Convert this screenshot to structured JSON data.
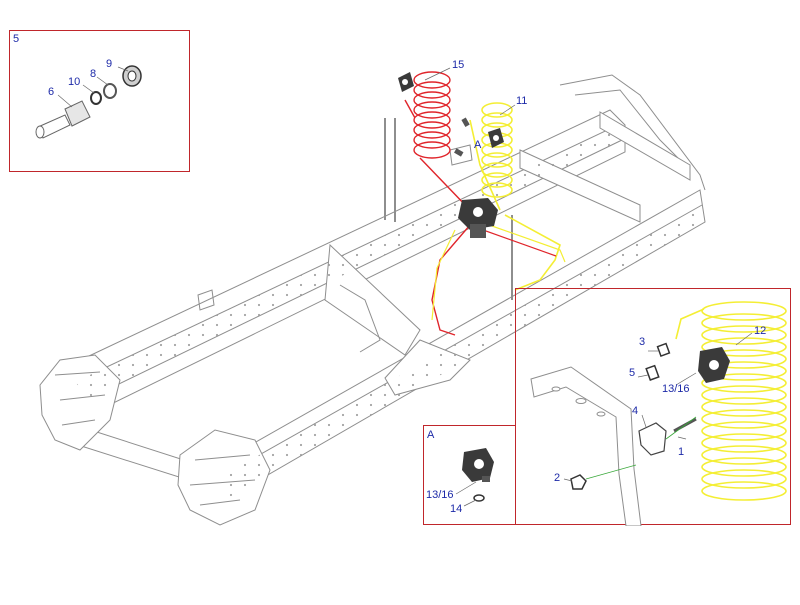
{
  "diagram": {
    "colors": {
      "frame_line": "#8e8e8e",
      "panel_border": "#c0262b",
      "callout_text": "#1d2aa8",
      "leader_line": "#6a6a6a",
      "red_hose": "#e0252b",
      "yellow_hose": "#f4ee34",
      "green_guide": "#39a83a",
      "valve_body": "#3a3a3a"
    },
    "panels": {
      "top_left": {
        "label": "5"
      },
      "detail_a": {
        "label": "A"
      },
      "right_detail": {
        "label": ""
      }
    },
    "callouts": {
      "c1": "1",
      "c2": "2",
      "c3": "3",
      "c4": "4",
      "c5": "5",
      "c6": "6",
      "c8": "8",
      "c9": "9",
      "c10": "10",
      "c11": "11",
      "c12": "12",
      "c13_16_main": "13/16",
      "c13_16_detail": "13/16",
      "c14": "14",
      "c15": "15",
      "detail_marker": "A"
    }
  }
}
